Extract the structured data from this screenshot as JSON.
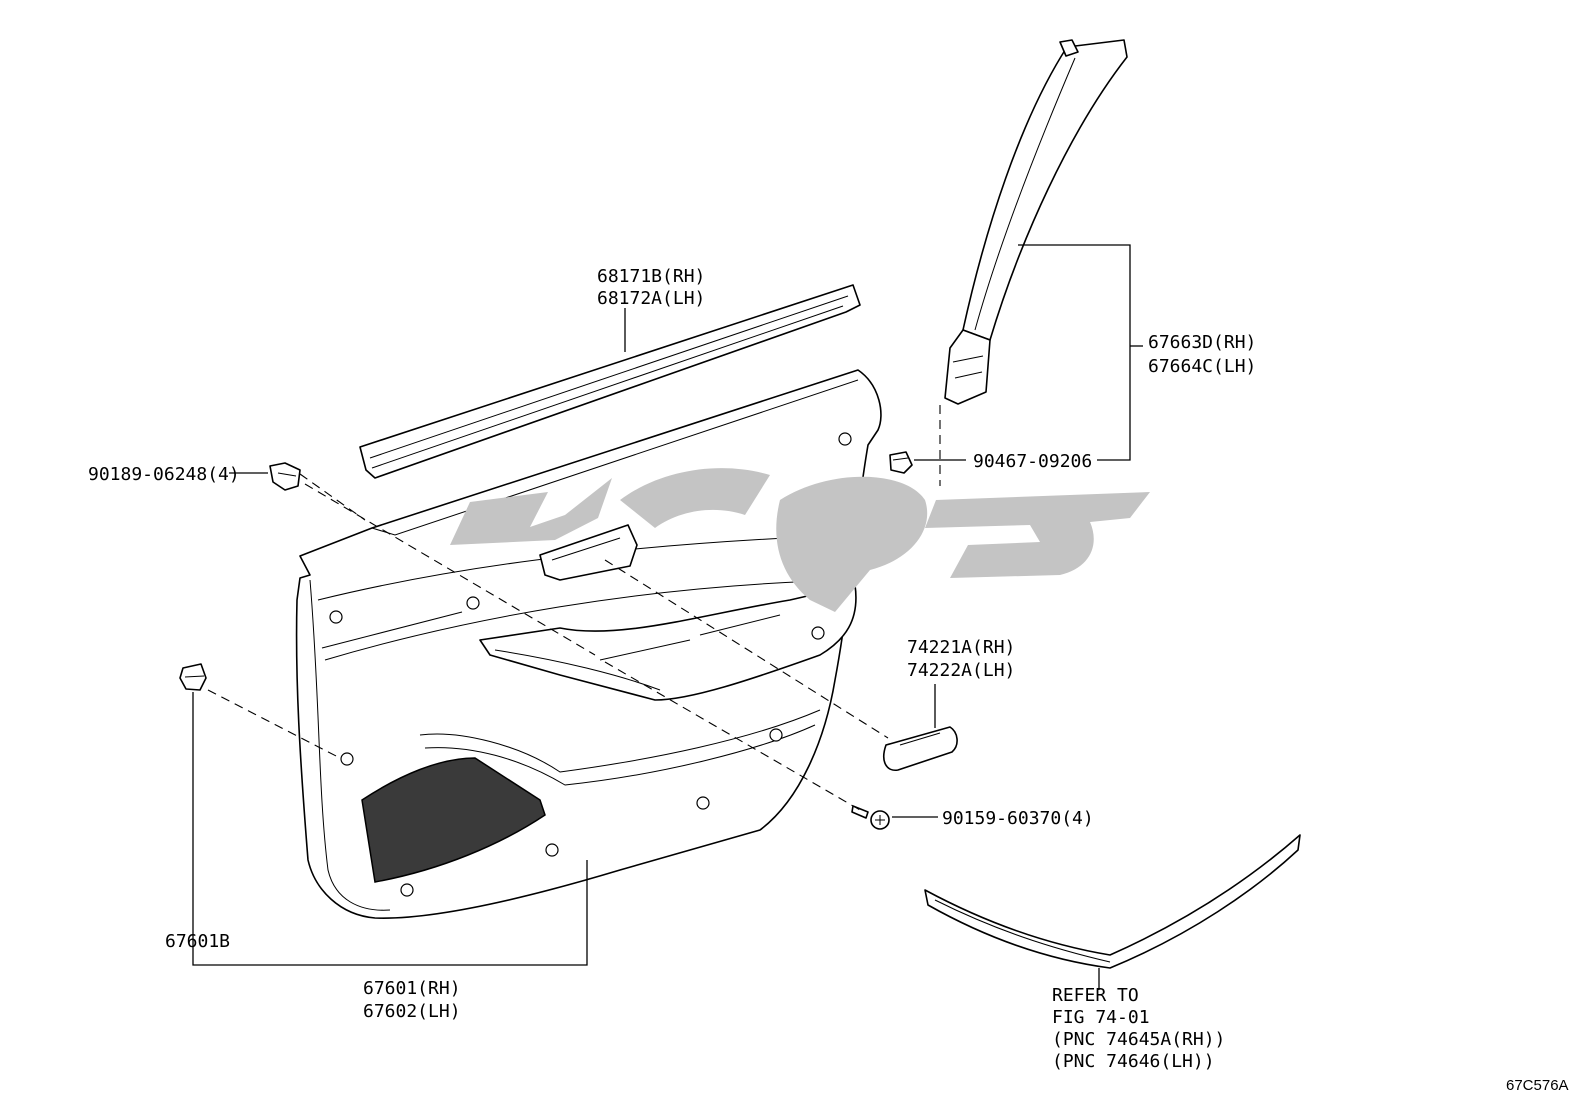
{
  "labels": {
    "window_weatherstrip": [
      "68171B(RH)",
      "68172A(LH)"
    ],
    "pillar_garnish": [
      "67663D(RH)",
      "67664C(LH)"
    ],
    "clip_upper_right": "90467-09206",
    "clip_upper_left": "90189-06248(4)",
    "pull_handle": [
      "74221A(RH)",
      "74222A(LH)"
    ],
    "screw": "90159-60370(4)",
    "clip_lower_left": "67601B",
    "door_trim_board": [
      "67601(RH)",
      "67602(LH)"
    ],
    "refer": [
      "REFER TO",
      "FIG 74-01",
      "(PNC 74645A(RH))",
      "(PNC 74646(LH))"
    ],
    "figure_code": "67C576A"
  }
}
